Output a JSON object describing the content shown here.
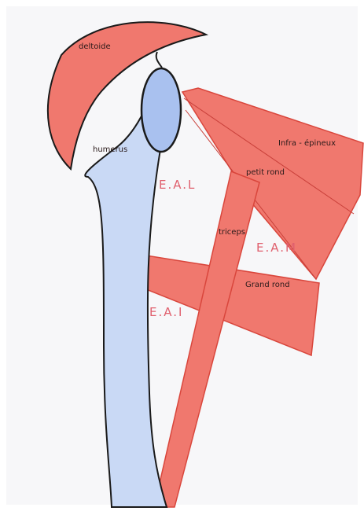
{
  "labels": {
    "deltoide": "deltoide",
    "humerus": "humerus",
    "infra_epineux": "Infra - épineux",
    "petit_rond": "petit rond",
    "triceps": "triceps",
    "grand_rond": "Grand rond",
    "eal": "E.A.L",
    "eam": "E.A.M",
    "eai": "E.A.I"
  },
  "colors": {
    "muscle_fill": "#f0786e",
    "muscle_stroke": "#d9463c",
    "bone_fill": "#c9d9f5",
    "bone_stroke": "#1a1a1a",
    "head_fill": "#a9c1ef",
    "space_label": "#e0606e",
    "paper": "#f7f7f9"
  }
}
